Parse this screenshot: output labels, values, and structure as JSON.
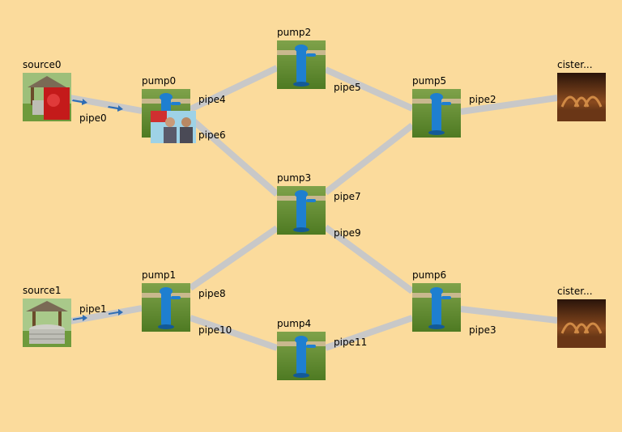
{
  "nodes": {
    "source0": {
      "label": "source0",
      "kind": "well-icon"
    },
    "source1": {
      "label": "source1",
      "kind": "well-icon"
    },
    "pump0": {
      "label": "pump0",
      "kind": "pump-icon"
    },
    "pump1": {
      "label": "pump1",
      "kind": "pump-icon"
    },
    "pump2": {
      "label": "pump2",
      "kind": "pump-icon"
    },
    "pump3": {
      "label": "pump3",
      "kind": "pump-icon"
    },
    "pump4": {
      "label": "pump4",
      "kind": "pump-icon"
    },
    "pump5": {
      "label": "pump5",
      "kind": "pump-icon"
    },
    "pump6": {
      "label": "pump6",
      "kind": "pump-icon"
    },
    "cistern0": {
      "label": "cister...",
      "kind": "cistern-icon"
    },
    "cistern1": {
      "label": "cister...",
      "kind": "cistern-icon"
    }
  },
  "pipes": {
    "pipe0": {
      "label": "pipe0",
      "from": "source0",
      "to": "pump0",
      "flow": true
    },
    "pipe1": {
      "label": "pipe1",
      "from": "source1",
      "to": "pump1",
      "flow": true
    },
    "pipe2": {
      "label": "pipe2",
      "from": "pump5",
      "to": "cistern0",
      "flow": false
    },
    "pipe3": {
      "label": "pipe3",
      "from": "pump6",
      "to": "cistern1",
      "flow": false
    },
    "pipe4": {
      "label": "pipe4",
      "from": "pump0",
      "to": "pump2",
      "flow": false
    },
    "pipe5": {
      "label": "pipe5",
      "from": "pump2",
      "to": "pump5",
      "flow": false
    },
    "pipe6": {
      "label": "pipe6",
      "from": "pump0",
      "to": "pump3",
      "flow": false
    },
    "pipe7": {
      "label": "pipe7",
      "from": "pump3",
      "to": "pump5",
      "flow": false
    },
    "pipe8": {
      "label": "pipe8",
      "from": "pump1",
      "to": "pump3",
      "flow": false
    },
    "pipe9": {
      "label": "pipe9",
      "from": "pump3",
      "to": "pump6",
      "flow": false
    },
    "pipe10": {
      "label": "pipe10",
      "from": "pump1",
      "to": "pump4",
      "flow": false
    },
    "pipe11": {
      "label": "pipe11",
      "from": "pump4",
      "to": "pump6",
      "flow": false
    }
  },
  "overlay": {
    "kind": "photo-people-icon",
    "on": "pump0"
  },
  "colors": {
    "background": "#FBDB9C",
    "pipe": "#C8C8C8",
    "flow_arrow": "#2E6DB4",
    "pump_body": "#1E7FD0",
    "grass": "#5E8A2E"
  }
}
